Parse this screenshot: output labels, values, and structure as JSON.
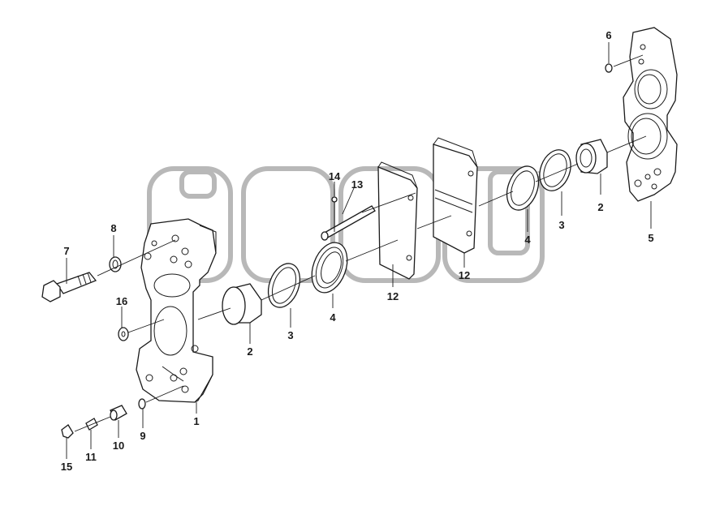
{
  "watermark": {
    "text": "TM",
    "color": "#b8b8b8"
  },
  "callouts": [
    {
      "id": "c1",
      "label": "1"
    },
    {
      "id": "c2a",
      "label": "2"
    },
    {
      "id": "c2b",
      "label": "2"
    },
    {
      "id": "c3a",
      "label": "3"
    },
    {
      "id": "c3b",
      "label": "3"
    },
    {
      "id": "c4a",
      "label": "4"
    },
    {
      "id": "c4b",
      "label": "4"
    },
    {
      "id": "c5",
      "label": "5"
    },
    {
      "id": "c6",
      "label": "6"
    },
    {
      "id": "c7",
      "label": "7"
    },
    {
      "id": "c8",
      "label": "8"
    },
    {
      "id": "c9",
      "label": "9"
    },
    {
      "id": "c10",
      "label": "10"
    },
    {
      "id": "c11",
      "label": "11"
    },
    {
      "id": "c12a",
      "label": "12"
    },
    {
      "id": "c12b",
      "label": "12"
    },
    {
      "id": "c13",
      "label": "13"
    },
    {
      "id": "c14",
      "label": "14"
    },
    {
      "id": "c15",
      "label": "15"
    },
    {
      "id": "c16",
      "label": "16"
    }
  ],
  "colors": {
    "line": "#1a1a1a",
    "background": "#ffffff",
    "watermark": "#b8b8b8"
  }
}
